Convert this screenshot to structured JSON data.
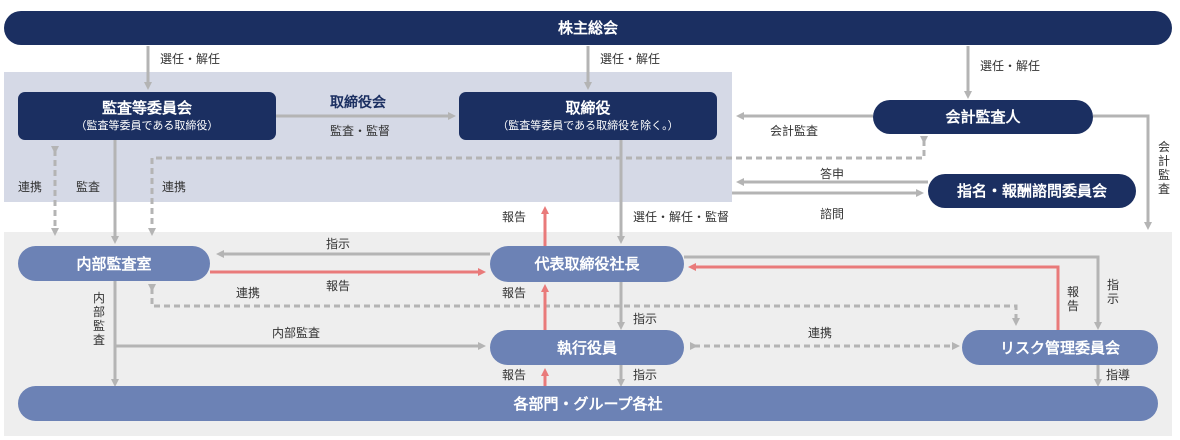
{
  "nodes": {
    "shareholders": {
      "label": "株主総会"
    },
    "audit_committee": {
      "label": "監査等委員会",
      "sub": "（監査等委員である取締役）"
    },
    "board": {
      "title": "取締役会"
    },
    "directors": {
      "label": "取締役",
      "sub": "（監査等委員である取締役を除く。）"
    },
    "accounting_auditor": {
      "label": "会計監査人"
    },
    "nomination_committee": {
      "label": "指名・報酬諮問委員会"
    },
    "internal_audit": {
      "label": "内部監査室"
    },
    "president": {
      "label": "代表取締役社長"
    },
    "officers": {
      "label": "執行役員"
    },
    "risk_committee": {
      "label": "リスク管理委員会"
    },
    "departments": {
      "label": "各部門・グループ各社"
    }
  },
  "edge_labels": {
    "select_dismiss_1": "選任・解任",
    "select_dismiss_2": "選任・解任",
    "select_dismiss_3": "選任・解任",
    "audit_supervise": "監査・監督",
    "accounting_audit": "会計監査",
    "accounting_audit_vertical": "会計監査",
    "report_answer": "答申",
    "consult": "諮問",
    "select_dismiss_supervise": "選任・解任・監督",
    "coop_left": "連携",
    "audit_left": "監査",
    "coop_mid": "連携",
    "report_up": "報告",
    "instruct_ia": "指示",
    "report_ia": "報告",
    "coop_ia_risk": "連携",
    "report_pres": "報告",
    "instruct_officers": "指示",
    "internal_audit_v": "内部監査",
    "internal_audit_h": "内部監査",
    "coop_officers_risk": "連携",
    "report_dept": "報告",
    "instruct_dept": "指示",
    "report_risk": "報告",
    "instruct_risk": "指示",
    "guide_risk": "指導"
  },
  "colors": {
    "navy": "#1b2f61",
    "node_blue": "#6c82b5",
    "arrow_gray": "#b4b4b4",
    "arrow_red": "#e97a7a",
    "board_bg": "#d5d9e6",
    "exec_bg": "#eeeeee"
  }
}
